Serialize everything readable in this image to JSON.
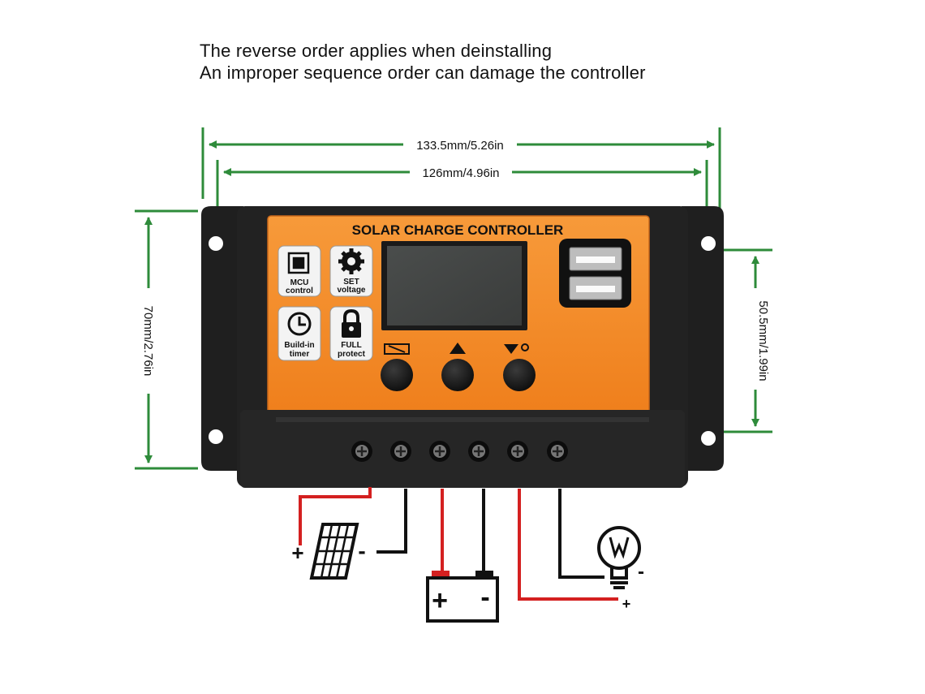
{
  "notes": {
    "line1": "The reverse order applies when deinstalling",
    "line2": "An improper sequence order can damage the controller"
  },
  "dimensions": {
    "outer_width": "133.5mm/5.26in",
    "inner_width": "126mm/4.96in",
    "height": "70mm/2.76in",
    "panel_height": "50.5mm/1.99in"
  },
  "controller": {
    "title": "SOLAR CHARGE CONTROLLER",
    "features": [
      {
        "line1": "MCU",
        "line2": "control",
        "icon": "chip-icon"
      },
      {
        "line1": "SET",
        "line2": "voltage",
        "icon": "gear-icon"
      },
      {
        "line1": "Build-in",
        "line2": "timer",
        "icon": "clock-icon"
      },
      {
        "line1": "FULL",
        "line2": "protect",
        "icon": "lock-icon"
      }
    ],
    "buttons": [
      {
        "icon": "menu-icon"
      },
      {
        "icon": "up-icon"
      },
      {
        "icon": "down-load-icon"
      }
    ]
  },
  "wiring": {
    "plus": "+",
    "minus": "-"
  },
  "colors": {
    "dimension_line": "#2e8b3a",
    "panel_orange": "#f58c2a",
    "housing": "#1c1c1c",
    "wire_positive": "#d42020",
    "wire_negative": "#111111"
  }
}
